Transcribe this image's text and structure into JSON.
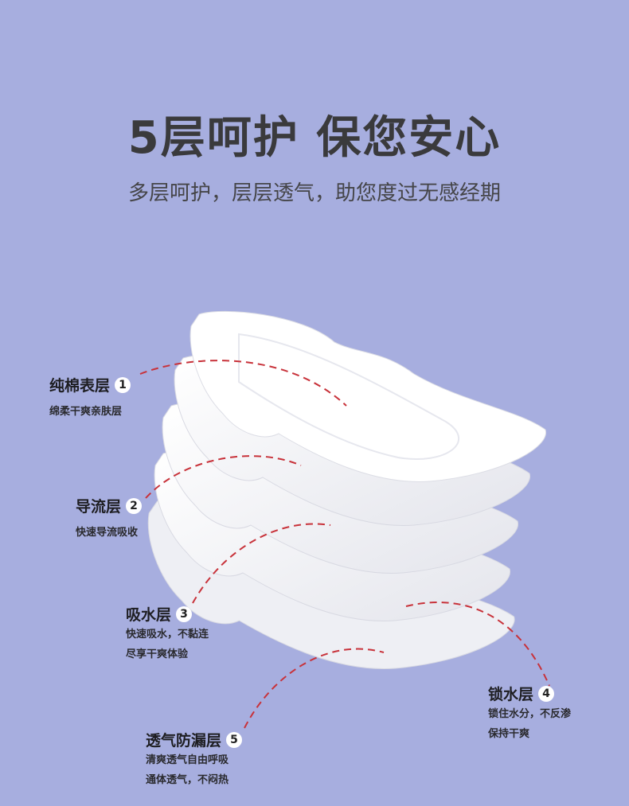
{
  "title": "5层呵护  保您安心",
  "subtitle": "多层呵护，层层透气，助您度过无感经期",
  "colors": {
    "background": "#a7aedf",
    "dash": "#c8323a"
  },
  "layers": [
    {
      "num": "1",
      "name": "纯棉表层",
      "desc": [
        "绵柔干爽亲肤层"
      ]
    },
    {
      "num": "2",
      "name": "导流层",
      "desc": [
        "快速导流吸收"
      ]
    },
    {
      "num": "3",
      "name": "吸水层",
      "desc": [
        "快速吸水，不黏连",
        "尽享干爽体验"
      ]
    },
    {
      "num": "4",
      "name": "锁水层",
      "desc": [
        "锁住水分，不反渗",
        "保持干爽"
      ]
    },
    {
      "num": "5",
      "name": "透气防漏层",
      "desc": [
        "清爽透气自由呼吸",
        "通体透气，不闷热"
      ]
    }
  ]
}
